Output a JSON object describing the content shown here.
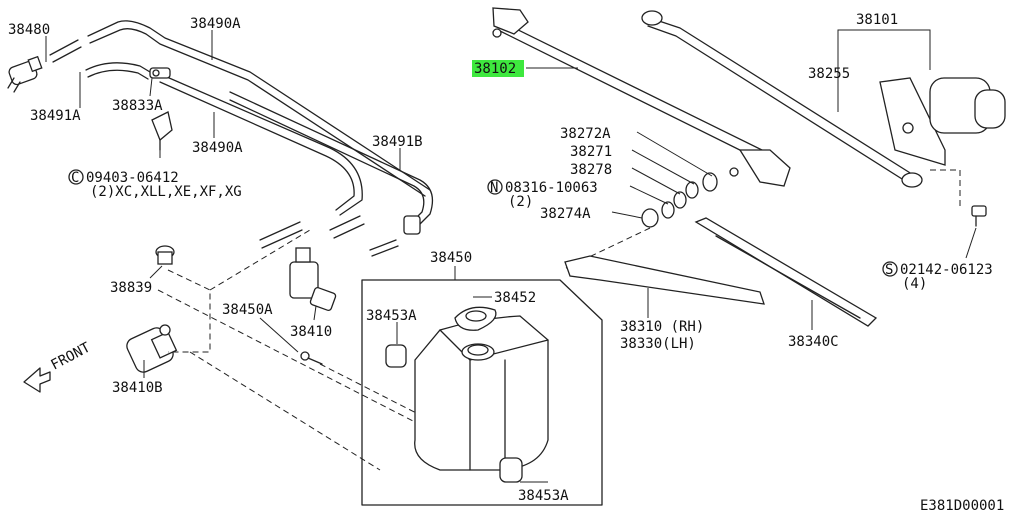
{
  "diagram_code": "E381D00001",
  "highlight_color": "#3ee83e",
  "parts": {
    "p38480": "38480",
    "p38490A_top": "38490A",
    "p38491A": "38491A",
    "p38833A": "38833A",
    "p38490A_mid": "38490A",
    "p09403": "09403-06412",
    "p09403_note": "(2)XC,XLL,XE,XF,XG",
    "p38491B": "38491B",
    "p38839": "38839",
    "p38450A": "38450A",
    "p38410": "38410",
    "p38410B": "38410B",
    "p38450": "38450",
    "p38452": "38452",
    "p38453A_upper": "38453A",
    "p38453A_lower": "38453A",
    "p38102": "38102",
    "p38101": "38101",
    "p38255": "38255",
    "p38272A": "38272A",
    "p38271": "38271",
    "p38278": "38278",
    "p08316": "08316-10063",
    "p08316_qty": "(2)",
    "p38274A": "38274A",
    "p02142": "02142-06123",
    "p02142_qty": "(4)",
    "p38310": "38310 (RH)",
    "p38330": "38330(LH)",
    "p38340C": "38340C"
  },
  "markers": {
    "c_circle": "C",
    "n_circle": "N",
    "s_circle": "S"
  },
  "direction": {
    "front_label": "FRONT",
    "arrow_icon": "front-arrow-icon"
  }
}
